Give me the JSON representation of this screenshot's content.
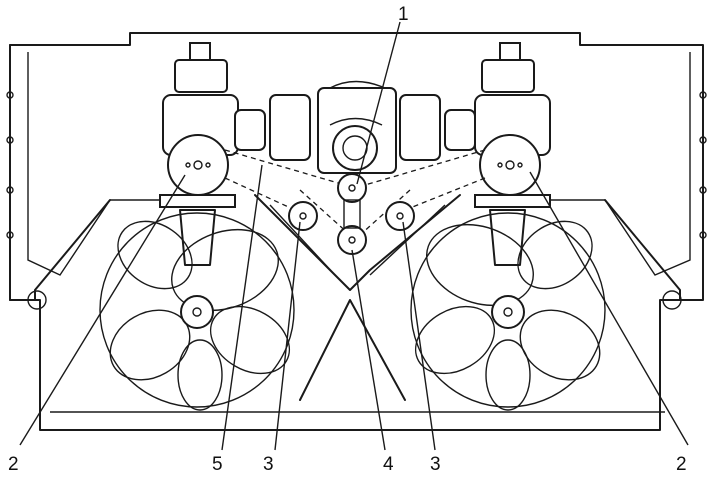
{
  "labels": {
    "top": "1",
    "left_outer": "2",
    "right_outer": "2",
    "bottom_5": "5",
    "bottom_3_left": "3",
    "bottom_4": "4",
    "bottom_3_right": "3"
  }
}
